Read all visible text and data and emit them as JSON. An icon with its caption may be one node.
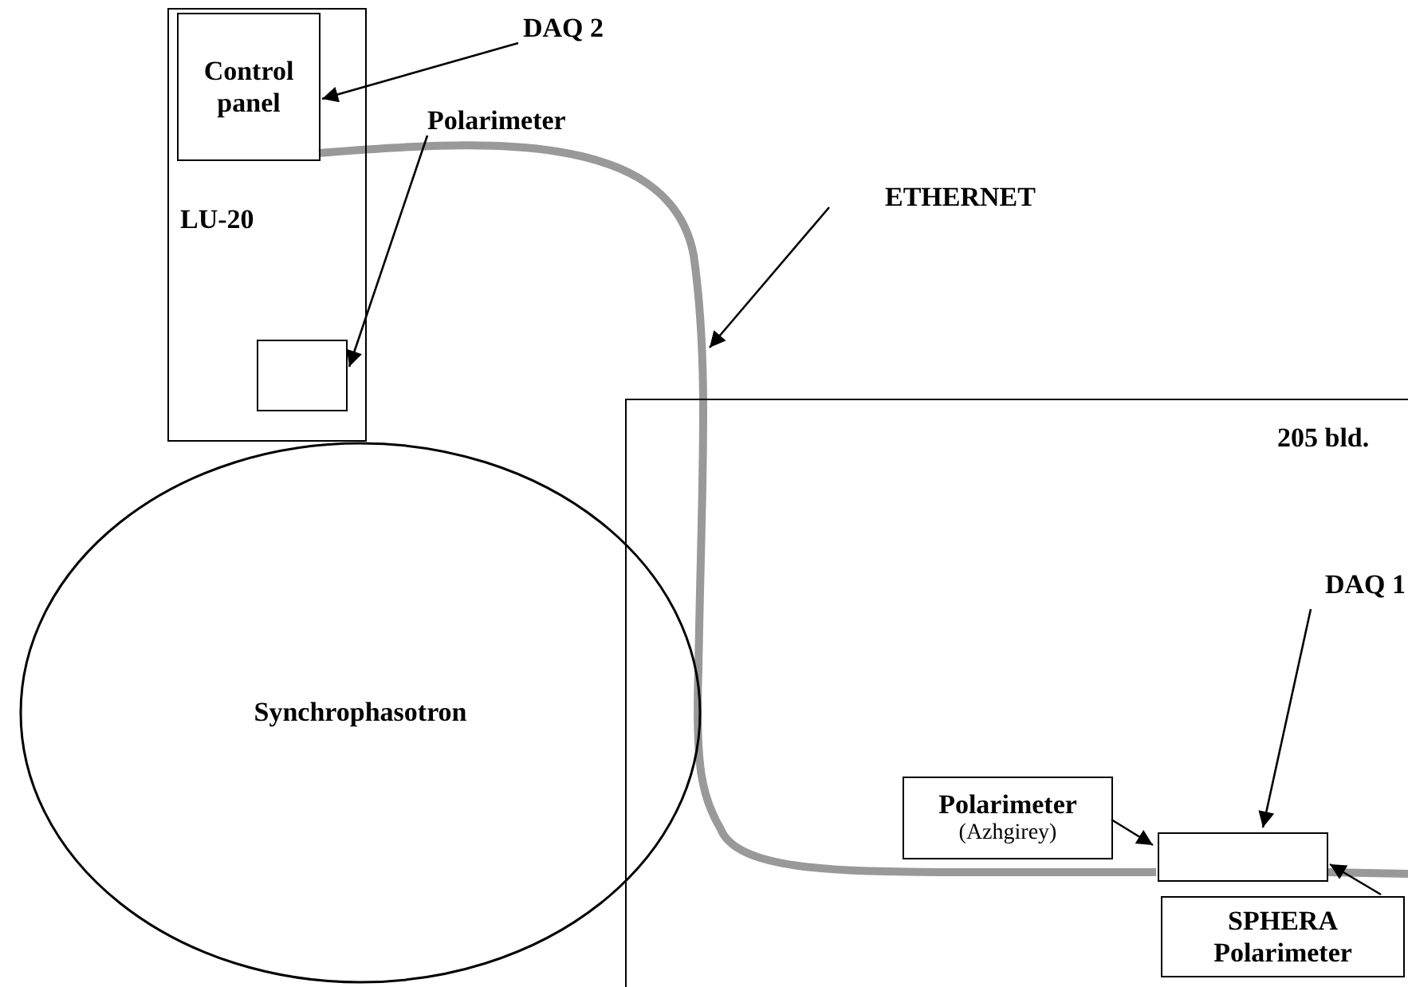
{
  "diagram": {
    "nodes": [
      {
        "text": [
          "LU-20"
        ]
      },
      {
        "text": [
          "Control panel"
        ],
        "in": 0
      },
      {
        "text": [],
        "shape": "box",
        "in": 0
      },
      {
        "text": [
          "Synchrophasotron"
        ]
      },
      {
        "text": [
          "205 bld."
        ]
      },
      {
        "text": [],
        "shape": "box",
        "in": 4
      },
      {
        "text": [
          "Polarimeter",
          "(Azhgirey)"
        ],
        "in": 4
      },
      {
        "text": [
          "SPHERA Polarimeter"
        ],
        "in": 4
      },
      {
        "text": [
          "DAQ 2"
        ]
      },
      {
        "text": [
          "Polarimeter"
        ]
      },
      {
        "text": [
          "ETHERNET"
        ]
      },
      {
        "text": [
          "DAQ 1"
        ],
        "in": 4
      }
    ],
    "edges": [
      {
        "from": 1,
        "to": 5,
        "arrow": "none",
        "style": "thick",
        "color": "#999999"
      },
      {
        "from": 5,
        "to": 4,
        "arrow": "none",
        "style": "thick",
        "color": "#999999"
      },
      {
        "from": 8,
        "to": 1,
        "arrow": "to"
      },
      {
        "from": 9,
        "to": 2,
        "arrow": "to"
      },
      {
        "from": 10,
        "to": null,
        "arrow": "to"
      },
      {
        "from": 11,
        "to": 5,
        "arrow": "to"
      },
      {
        "from": 6,
        "to": 5,
        "arrow": "to"
      },
      {
        "from": 7,
        "to": 5,
        "arrow": "to"
      }
    ]
  }
}
